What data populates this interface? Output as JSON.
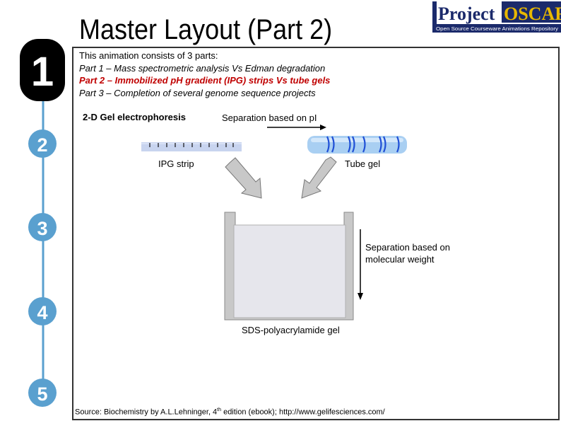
{
  "header": {
    "title": "Master Layout (Part 2)",
    "logo_word1": "Project",
    "logo_word2": "OSCAR",
    "logo_tagline": "Open Source Courseware Animations Repository"
  },
  "intro": {
    "line1": "This animation consists of 3 parts:",
    "part1": "Part 1 – Mass spectrometric analysis Vs Edman degradation",
    "part2": "Part 2 – Immobilized pH gradient (IPG) strips Vs tube gels",
    "part3": "Part 3 – Completion of several genome sequence projects"
  },
  "steps": [
    "1",
    "2",
    "3",
    "4",
    "5"
  ],
  "diagram": {
    "gel_heading": "2-D Gel electrophoresis",
    "pi_label": "Separation based on pI",
    "ipg_label": "IPG strip",
    "tube_label": "Tube gel",
    "mw_label_line1": "Separation based on",
    "mw_label_line2": "molecular weight",
    "sds_label": "SDS-polyacrylamide gel"
  },
  "footer": {
    "source_prefix": "Source: Biochemistry by A.L.Lehninger, 4",
    "source_sup": "th",
    "source_suffix": " edition (ebook); http://www.gelifesciences.com/"
  },
  "colors": {
    "step_active": "#000000",
    "step_inactive": "#5aa0cf",
    "connector": "#5aa0cf",
    "part2_text": "#c00000",
    "tube_gel": "#a9cff2",
    "band": "#1f4fd6",
    "ipg_strip": "#c8d4ef",
    "logo_navy": "#1b2a6b",
    "logo_gold": "#e8b800"
  }
}
